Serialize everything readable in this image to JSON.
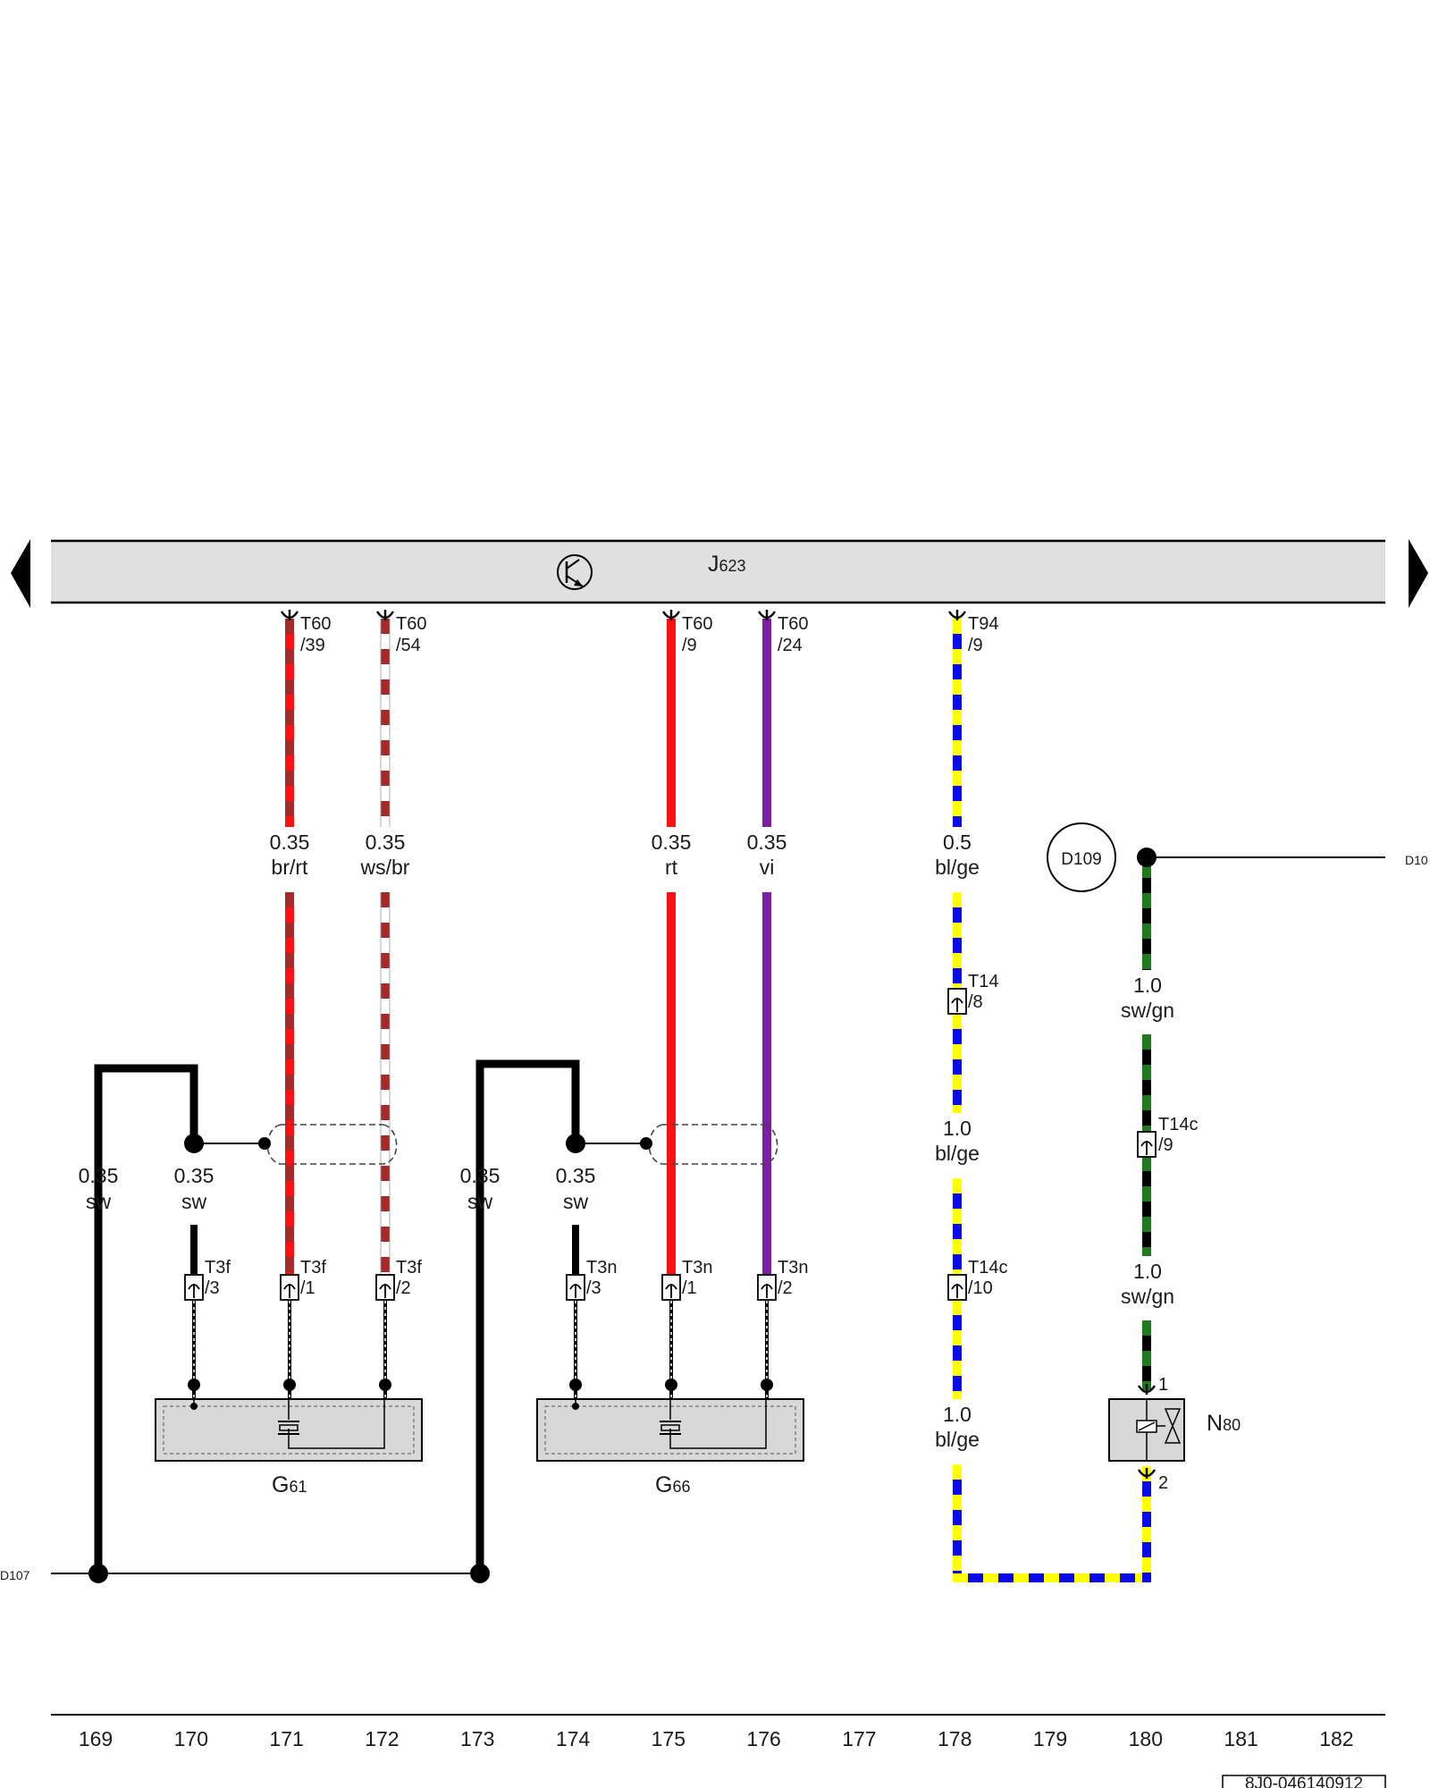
{
  "control_unit": {
    "prefix": "J",
    "number": "623"
  },
  "connectors": {
    "t60_39": {
      "name": "T60",
      "pin": "/39"
    },
    "t60_54": {
      "name": "T60",
      "pin": "/54"
    },
    "t60_9": {
      "name": "T60",
      "pin": "/9"
    },
    "t60_24": {
      "name": "T60",
      "pin": "/24"
    },
    "t94_9": {
      "name": "T94",
      "pin": "/9"
    },
    "t14_8": {
      "name": "T14",
      "pin": "/8"
    },
    "t14c_9": {
      "name": "T14c",
      "pin": "/9"
    },
    "t14c_10": {
      "name": "T14c",
      "pin": "/10"
    },
    "t3f_3": {
      "name": "T3f",
      "pin": "/3"
    },
    "t3f_1": {
      "name": "T3f",
      "pin": "/1"
    },
    "t3f_2": {
      "name": "T3f",
      "pin": "/2"
    },
    "t3n_3": {
      "name": "T3n",
      "pin": "/3"
    },
    "t3n_1": {
      "name": "T3n",
      "pin": "/1"
    },
    "t3n_2": {
      "name": "T3n",
      "pin": "/2"
    }
  },
  "wires": {
    "w171": {
      "size": "0.35",
      "color": "br/rt"
    },
    "w172": {
      "size": "0.35",
      "color": "ws/br"
    },
    "w175": {
      "size": "0.35",
      "color": "rt"
    },
    "w176": {
      "size": "0.35",
      "color": "vi"
    },
    "w178a": {
      "size": "0.5",
      "color": "bl/ge"
    },
    "w178b": {
      "size": "1.0",
      "color": "bl/ge"
    },
    "w178c": {
      "size": "1.0",
      "color": "bl/ge"
    },
    "w180a": {
      "size": "1.0",
      "color": "sw/gn"
    },
    "w180b": {
      "size": "1.0",
      "color": "sw/gn"
    },
    "w169": {
      "size": "0.35",
      "color": "sw"
    },
    "w170": {
      "size": "0.35",
      "color": "sw"
    },
    "w173": {
      "size": "0.35",
      "color": "sw"
    },
    "w174": {
      "size": "0.35",
      "color": "sw"
    }
  },
  "components": {
    "g61": {
      "prefix": "G",
      "number": "61"
    },
    "g66": {
      "prefix": "G",
      "number": "66"
    },
    "n80": {
      "prefix": "N",
      "number": "80",
      "pin_top": "1",
      "pin_bottom": "2"
    }
  },
  "connections": {
    "d109_circle": "D109",
    "d109_ref": "D10",
    "d107_ref": "D107"
  },
  "ruler": [
    "169",
    "170",
    "171",
    "172",
    "173",
    "174",
    "175",
    "176",
    "177",
    "178",
    "179",
    "180",
    "181",
    "182"
  ],
  "doc_ref": "8J0-046140912",
  "colors": {
    "black": "#000000",
    "red": "#ff1010",
    "brown": "#a52a2a",
    "white": "#ffffff",
    "violet": "#7b1fa2",
    "blue": "#0a0ae8",
    "yellow": "#ffff00",
    "green": "#1f7a1f",
    "bar_fill": "#e0e0e0",
    "component_fill": "#d8d8d8"
  }
}
